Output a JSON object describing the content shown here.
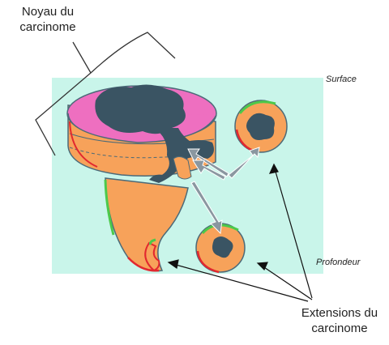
{
  "labels": {
    "core": "Noyau du carcinome",
    "surface": "Surface",
    "depth": "Profondeur",
    "extensions": "Extensions du carcinome"
  },
  "colors": {
    "background_panel": "#c9f5ea",
    "mucosa_pink": "#ee6fc0",
    "tissue_orange": "#f7a25a",
    "tumor_dark": "#3a5463",
    "edge_red": "#e2282f",
    "edge_green": "#4cc94a",
    "arrow_gray": "#8a97a0"
  }
}
